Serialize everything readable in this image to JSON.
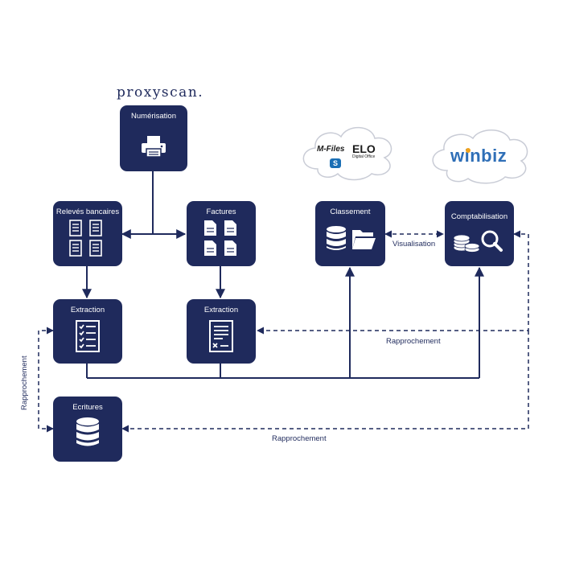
{
  "brand": "proxyscan.",
  "boxes": {
    "numerisation": "Numérisation",
    "releves": "Relevés bancaires",
    "factures": "Factures",
    "extraction1": "Extraction",
    "extraction2": "Extraction",
    "ecritures": "Ecritures",
    "classement": "Classement",
    "comptabilisation": "Comptabilisation"
  },
  "labels": {
    "visualisation": "Visualisation",
    "rapprochement_right": "Rapprochement",
    "rapprochement_bottom": "Rapprochement",
    "rapprochement_left": "Rapprochement"
  },
  "clouds": {
    "dms": {
      "mfiles": "M-Files",
      "elo": "ELO",
      "elo_sub": "Digital Office",
      "sharepoint": "S"
    },
    "winbiz": "winbiz"
  },
  "colors": {
    "navy": "#1f2a5c",
    "winbiz_blue": "#2f6fb7",
    "winbiz_orange": "#f0a21c",
    "sharepoint": "#1a6fb5"
  }
}
